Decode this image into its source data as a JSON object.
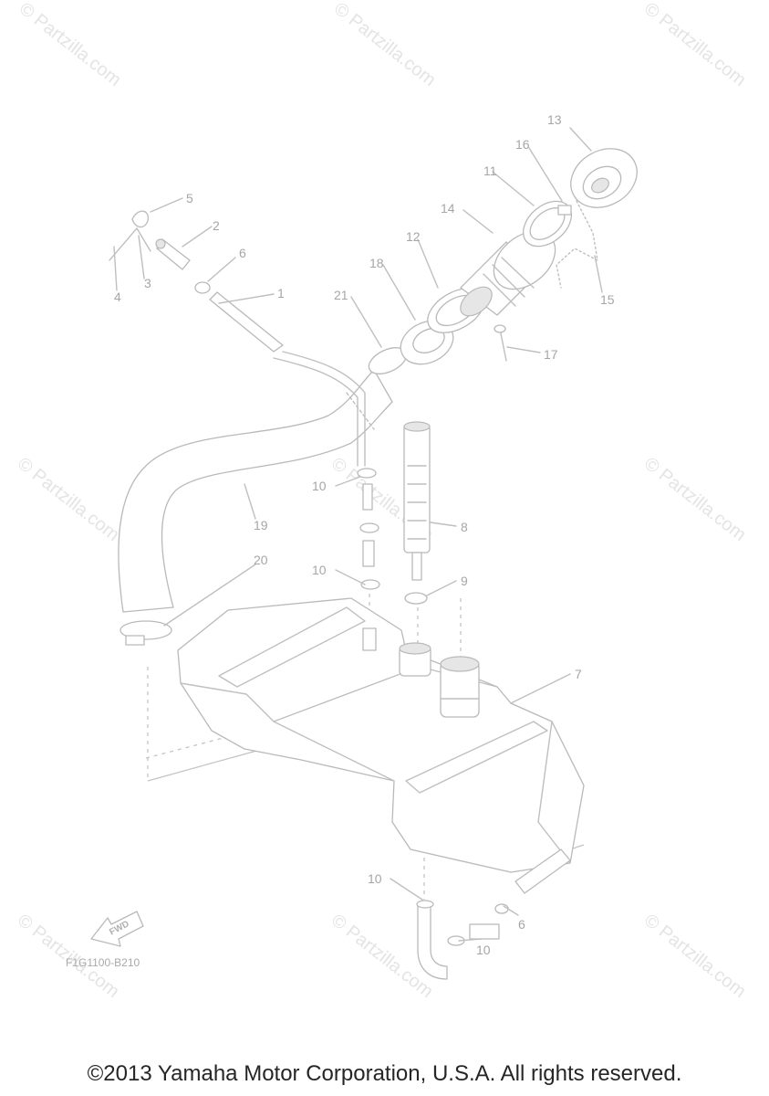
{
  "watermark": "© Partzilla.com",
  "diagram_code": "F1G1100-B210",
  "fwd_label": "FWD",
  "copyright": "©2013 Yamaha Motor Corporation, U.S.A. All rights reserved.",
  "callouts": {
    "c1": "1",
    "c2": "2",
    "c3": "3",
    "c4": "4",
    "c5": "5",
    "c6a": "6",
    "c6b": "6",
    "c7": "7",
    "c8": "8",
    "c9": "9",
    "c10a": "10",
    "c10b": "10",
    "c10c": "10",
    "c10d": "10",
    "c11": "11",
    "c12": "12",
    "c13": "13",
    "c14": "14",
    "c15": "15",
    "c16": "16",
    "c17": "17",
    "c18": "18",
    "c19": "19",
    "c20": "20",
    "c21": "21"
  }
}
